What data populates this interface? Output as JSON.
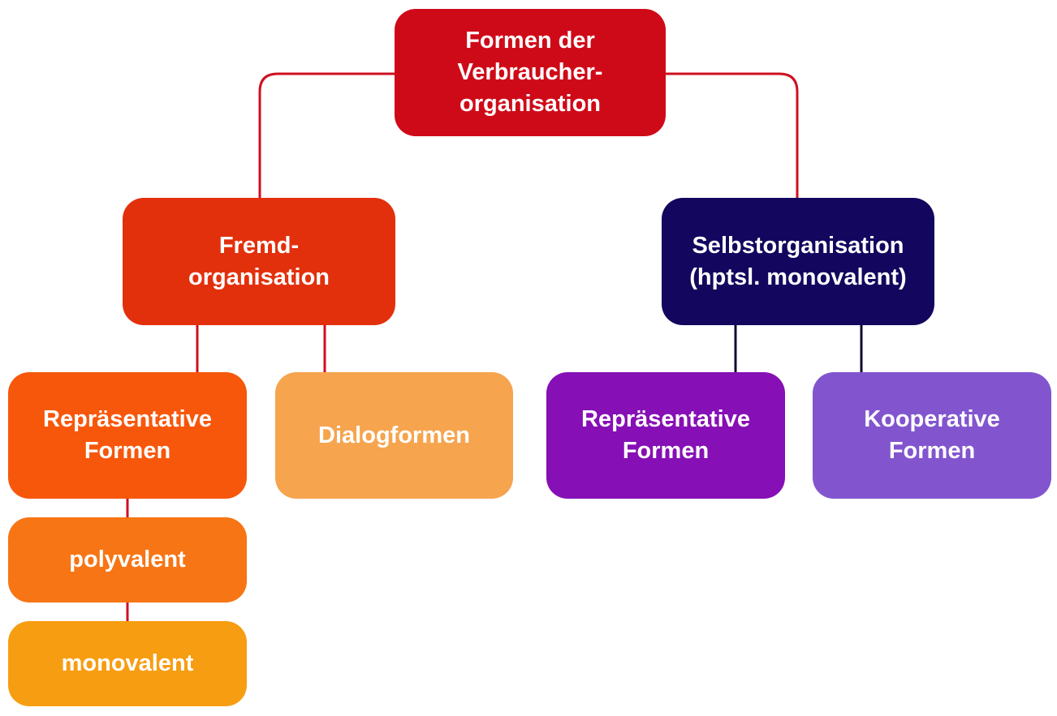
{
  "colors": {
    "root": "#cf0a18",
    "fremd": "#e3300c",
    "selbst": "#12065e",
    "rep_left": "#f7570b",
    "dialog": "#f6a44e",
    "rep_right": "#860fb5",
    "koop": "#8255cf",
    "poly": "#f77514",
    "mono": "#f79d11",
    "line_red": "#cf1020",
    "line_dark": "#12082e"
  },
  "nodes": {
    "root": "Formen der\nVerbraucher-\norganisation",
    "fremd": "Fremd-\norganisation",
    "selbst": "Selbstorganisation\n(hptsl. monovalent)",
    "rep_left": "Repräsentative\nFormen",
    "dialog": "Dialogformen",
    "rep_right": "Repräsentative\nFormen",
    "koop": "Kooperative\nFormen",
    "poly": "polyvalent",
    "mono": "monovalent"
  }
}
